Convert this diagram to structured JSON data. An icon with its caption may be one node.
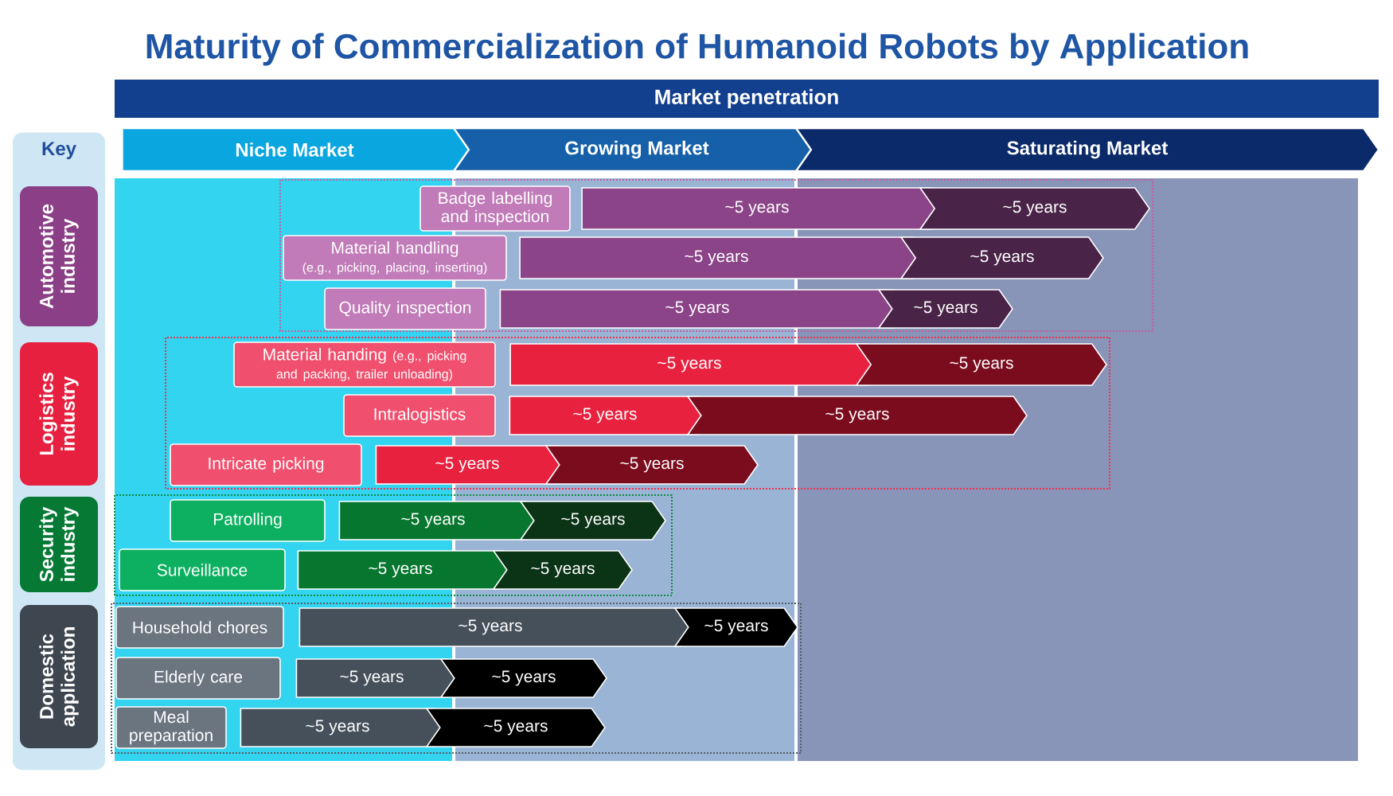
{
  "diagram": {
    "title": "Maturity of Commercialization of Humanoid Robots by Application",
    "nodes": [
      {
        "text": [
          "Market penetration"
        ]
      },
      {
        "text": [
          "Key"
        ]
      },
      {
        "text": [
          "Niche Market"
        ]
      },
      {
        "text": [
          "Growing Market"
        ]
      },
      {
        "text": [
          "Saturating Market"
        ]
      },
      {
        "text": [
          "Automotive industry"
        ],
        "in": 1
      },
      {
        "text": [
          "Badge labelling and inspection"
        ]
      },
      {
        "text": [
          "~5 years"
        ]
      },
      {
        "text": [
          "~5 years"
        ]
      },
      {
        "text": [
          "Material handling",
          "(e.g., picking, placing, inserting)"
        ]
      },
      {
        "text": [
          "~5 years"
        ]
      },
      {
        "text": [
          "~5 years"
        ]
      },
      {
        "text": [
          "Quality inspection"
        ]
      },
      {
        "text": [
          "~5 years"
        ]
      },
      {
        "text": [
          "~5 years"
        ]
      },
      {
        "text": [
          "Logistics industry"
        ],
        "in": 1
      },
      {
        "text": [
          "Material handing",
          "(e.g., picking and packing, trailer unloading)"
        ]
      },
      {
        "text": [
          "~5 years"
        ]
      },
      {
        "text": [
          "~5 years"
        ]
      },
      {
        "text": [
          "Intralogistics"
        ]
      },
      {
        "text": [
          "~5 years"
        ]
      },
      {
        "text": [
          "~5 years"
        ]
      },
      {
        "text": [
          "Intricate picking"
        ]
      },
      {
        "text": [
          "~5 years"
        ]
      },
      {
        "text": [
          "~5 years"
        ]
      },
      {
        "text": [
          "Security industry"
        ],
        "in": 1
      },
      {
        "text": [
          "Patrolling"
        ]
      },
      {
        "text": [
          "~5 years"
        ]
      },
      {
        "text": [
          "~5 years"
        ]
      },
      {
        "text": [
          "Surveillance"
        ]
      },
      {
        "text": [
          "~5 years"
        ]
      },
      {
        "text": [
          "~5 years"
        ]
      },
      {
        "text": [
          "Domestic application"
        ],
        "in": 1
      },
      {
        "text": [
          "Household chores"
        ]
      },
      {
        "text": [
          "~5 years"
        ]
      },
      {
        "text": [
          "~5 years"
        ]
      },
      {
        "text": [
          "Elderly care"
        ]
      },
      {
        "text": [
          "~5 years"
        ]
      },
      {
        "text": [
          "~5 years"
        ]
      },
      {
        "text": [
          "Meal preparation"
        ]
      },
      {
        "text": [
          "~5 years"
        ]
      },
      {
        "text": [
          "~5 years"
        ]
      }
    ]
  }
}
